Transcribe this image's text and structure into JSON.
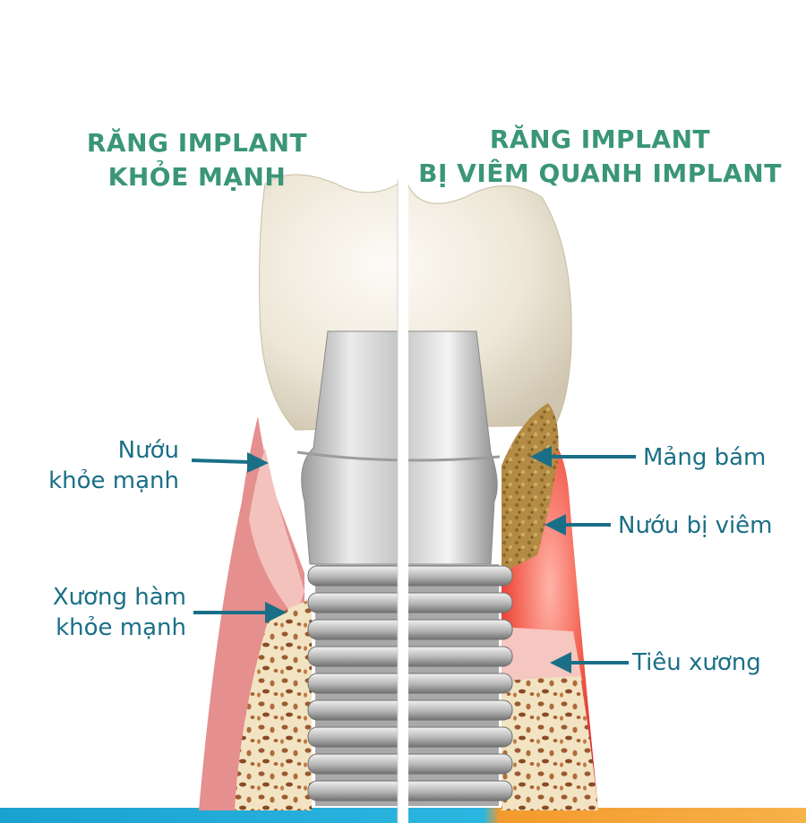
{
  "headings": {
    "left_line1": "RĂNG IMPLANT",
    "left_line2": "KHỎE MẠNH",
    "right_line1": "RĂNG IMPLANT",
    "right_line2": "BỊ VIÊM QUANH IMPLANT"
  },
  "labels": {
    "healthy_gum_line1": "Nướu",
    "healthy_gum_line2": "khỏe mạnh",
    "healthy_bone_line1": "Xương hàm",
    "healthy_bone_line2": "khỏe mạnh",
    "plaque": "Mảng bám",
    "inflamed_gum": "Nướu bị viêm",
    "bone_loss": "Tiêu xương"
  },
  "colors": {
    "heading": "#3a9677",
    "label": "#1a6f87",
    "arrow": "#1a6f87",
    "gum_healthy": "#e58f8f",
    "gum_inflamed": "#e5383b",
    "bone": "#f2e4c2",
    "plaque": "#a9823c",
    "bottom_bar_left": "#1aa2cf",
    "bottom_bar_right": "#f39a2c"
  }
}
